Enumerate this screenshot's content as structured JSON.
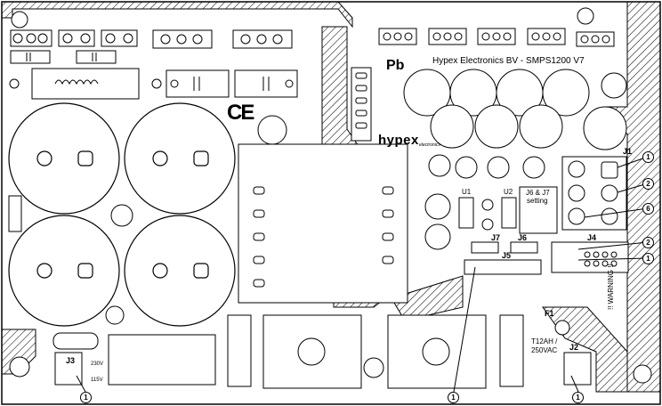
{
  "board": {
    "title": "Hypex Electronics BV - SMPS1200 V7",
    "logo_text": "hypex",
    "logo_sub": "electronics",
    "ce_mark": "CE",
    "pb_mark": "Pb"
  },
  "connectors": {
    "j1": "J1",
    "j2": "J2",
    "j3": "J3",
    "j4": "J4",
    "j5": "J5",
    "j6": "J6",
    "j7": "J7",
    "u1": "U1",
    "u2": "U2",
    "f1": "F1"
  },
  "labels": {
    "fuse_rating": "T12AH /",
    "fuse_voltage": "250VAC",
    "jumper_title": "J6 & J7",
    "jumper_sub": "setting",
    "v230": "230V",
    "v115": "115V",
    "warning": "!! WARNING !!"
  },
  "callouts": {
    "j1_top": "1",
    "j1_mid": "2",
    "j1_bot": "6",
    "j4_top": "2",
    "j4_bot": "1",
    "j5_bottom": "1",
    "j3_bottom": "1",
    "j2_bottom": "1"
  }
}
